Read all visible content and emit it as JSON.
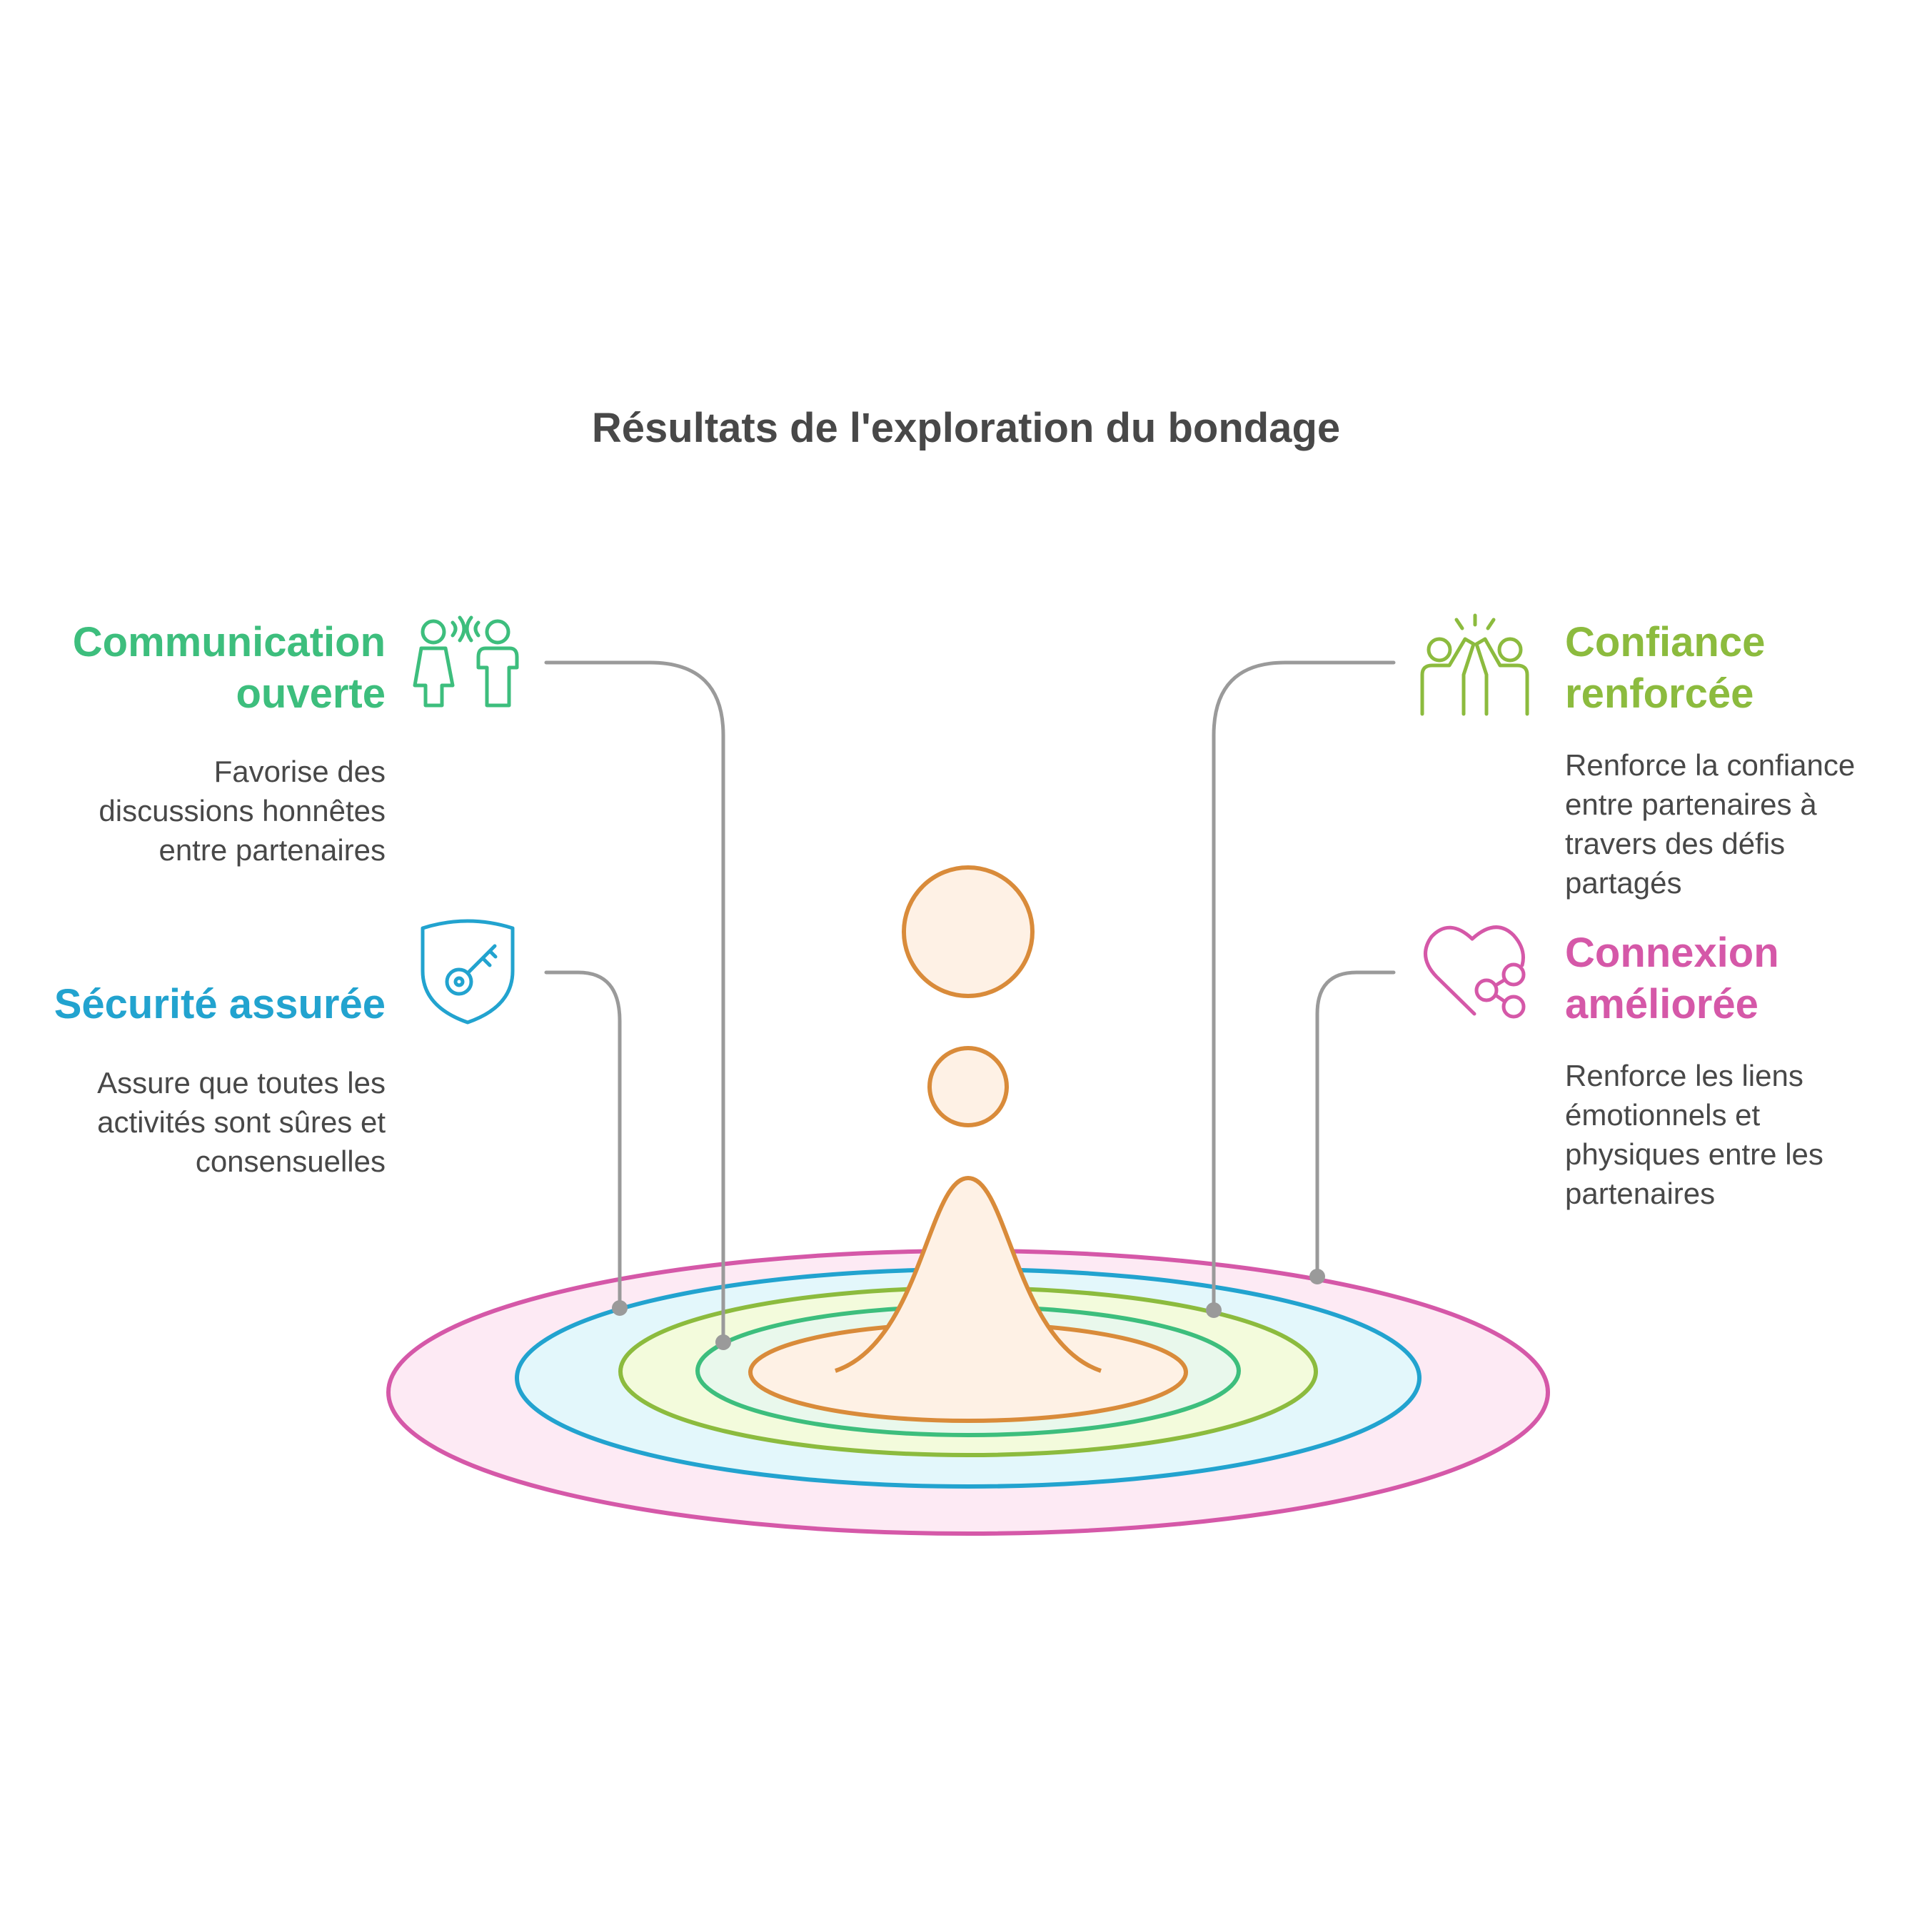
{
  "title": "Résultats de l'exploration du bondage",
  "colors": {
    "communication": "#3DBE7D",
    "securite": "#22A3CF",
    "confiance": "#8CBB3E",
    "connexion": "#D558A8",
    "drop": "#D98B3A",
    "text": "#484848",
    "connector": "#9A9A9A"
  },
  "items": {
    "communication": {
      "title_line1": "Communication",
      "title_line2": "ouverte",
      "desc_line1": "Favorise des",
      "desc_line2": "discussions honnêtes",
      "desc_line3": "entre partenaires",
      "icon": "talking-people-icon"
    },
    "securite": {
      "title_line1": "Sécurité assurée",
      "desc_line1": "Assure que toutes les",
      "desc_line2": "activités sont sûres et",
      "desc_line3": "consensuelles",
      "icon": "shield-key-icon"
    },
    "confiance": {
      "title_line1": "Confiance",
      "title_line2": "renforcée",
      "desc_line1": "Renforce la confiance",
      "desc_line2": "entre partenaires à",
      "desc_line3": "travers des défis",
      "desc_line4": "partagés",
      "icon": "high-five-icon"
    },
    "connexion": {
      "title_line1": "Connexion",
      "title_line2": "améliorée",
      "desc_line1": "Renforce les liens",
      "desc_line2": "émotionnels et",
      "desc_line3": "physiques entre les",
      "desc_line4": "partenaires",
      "icon": "heart-share-icon"
    }
  }
}
